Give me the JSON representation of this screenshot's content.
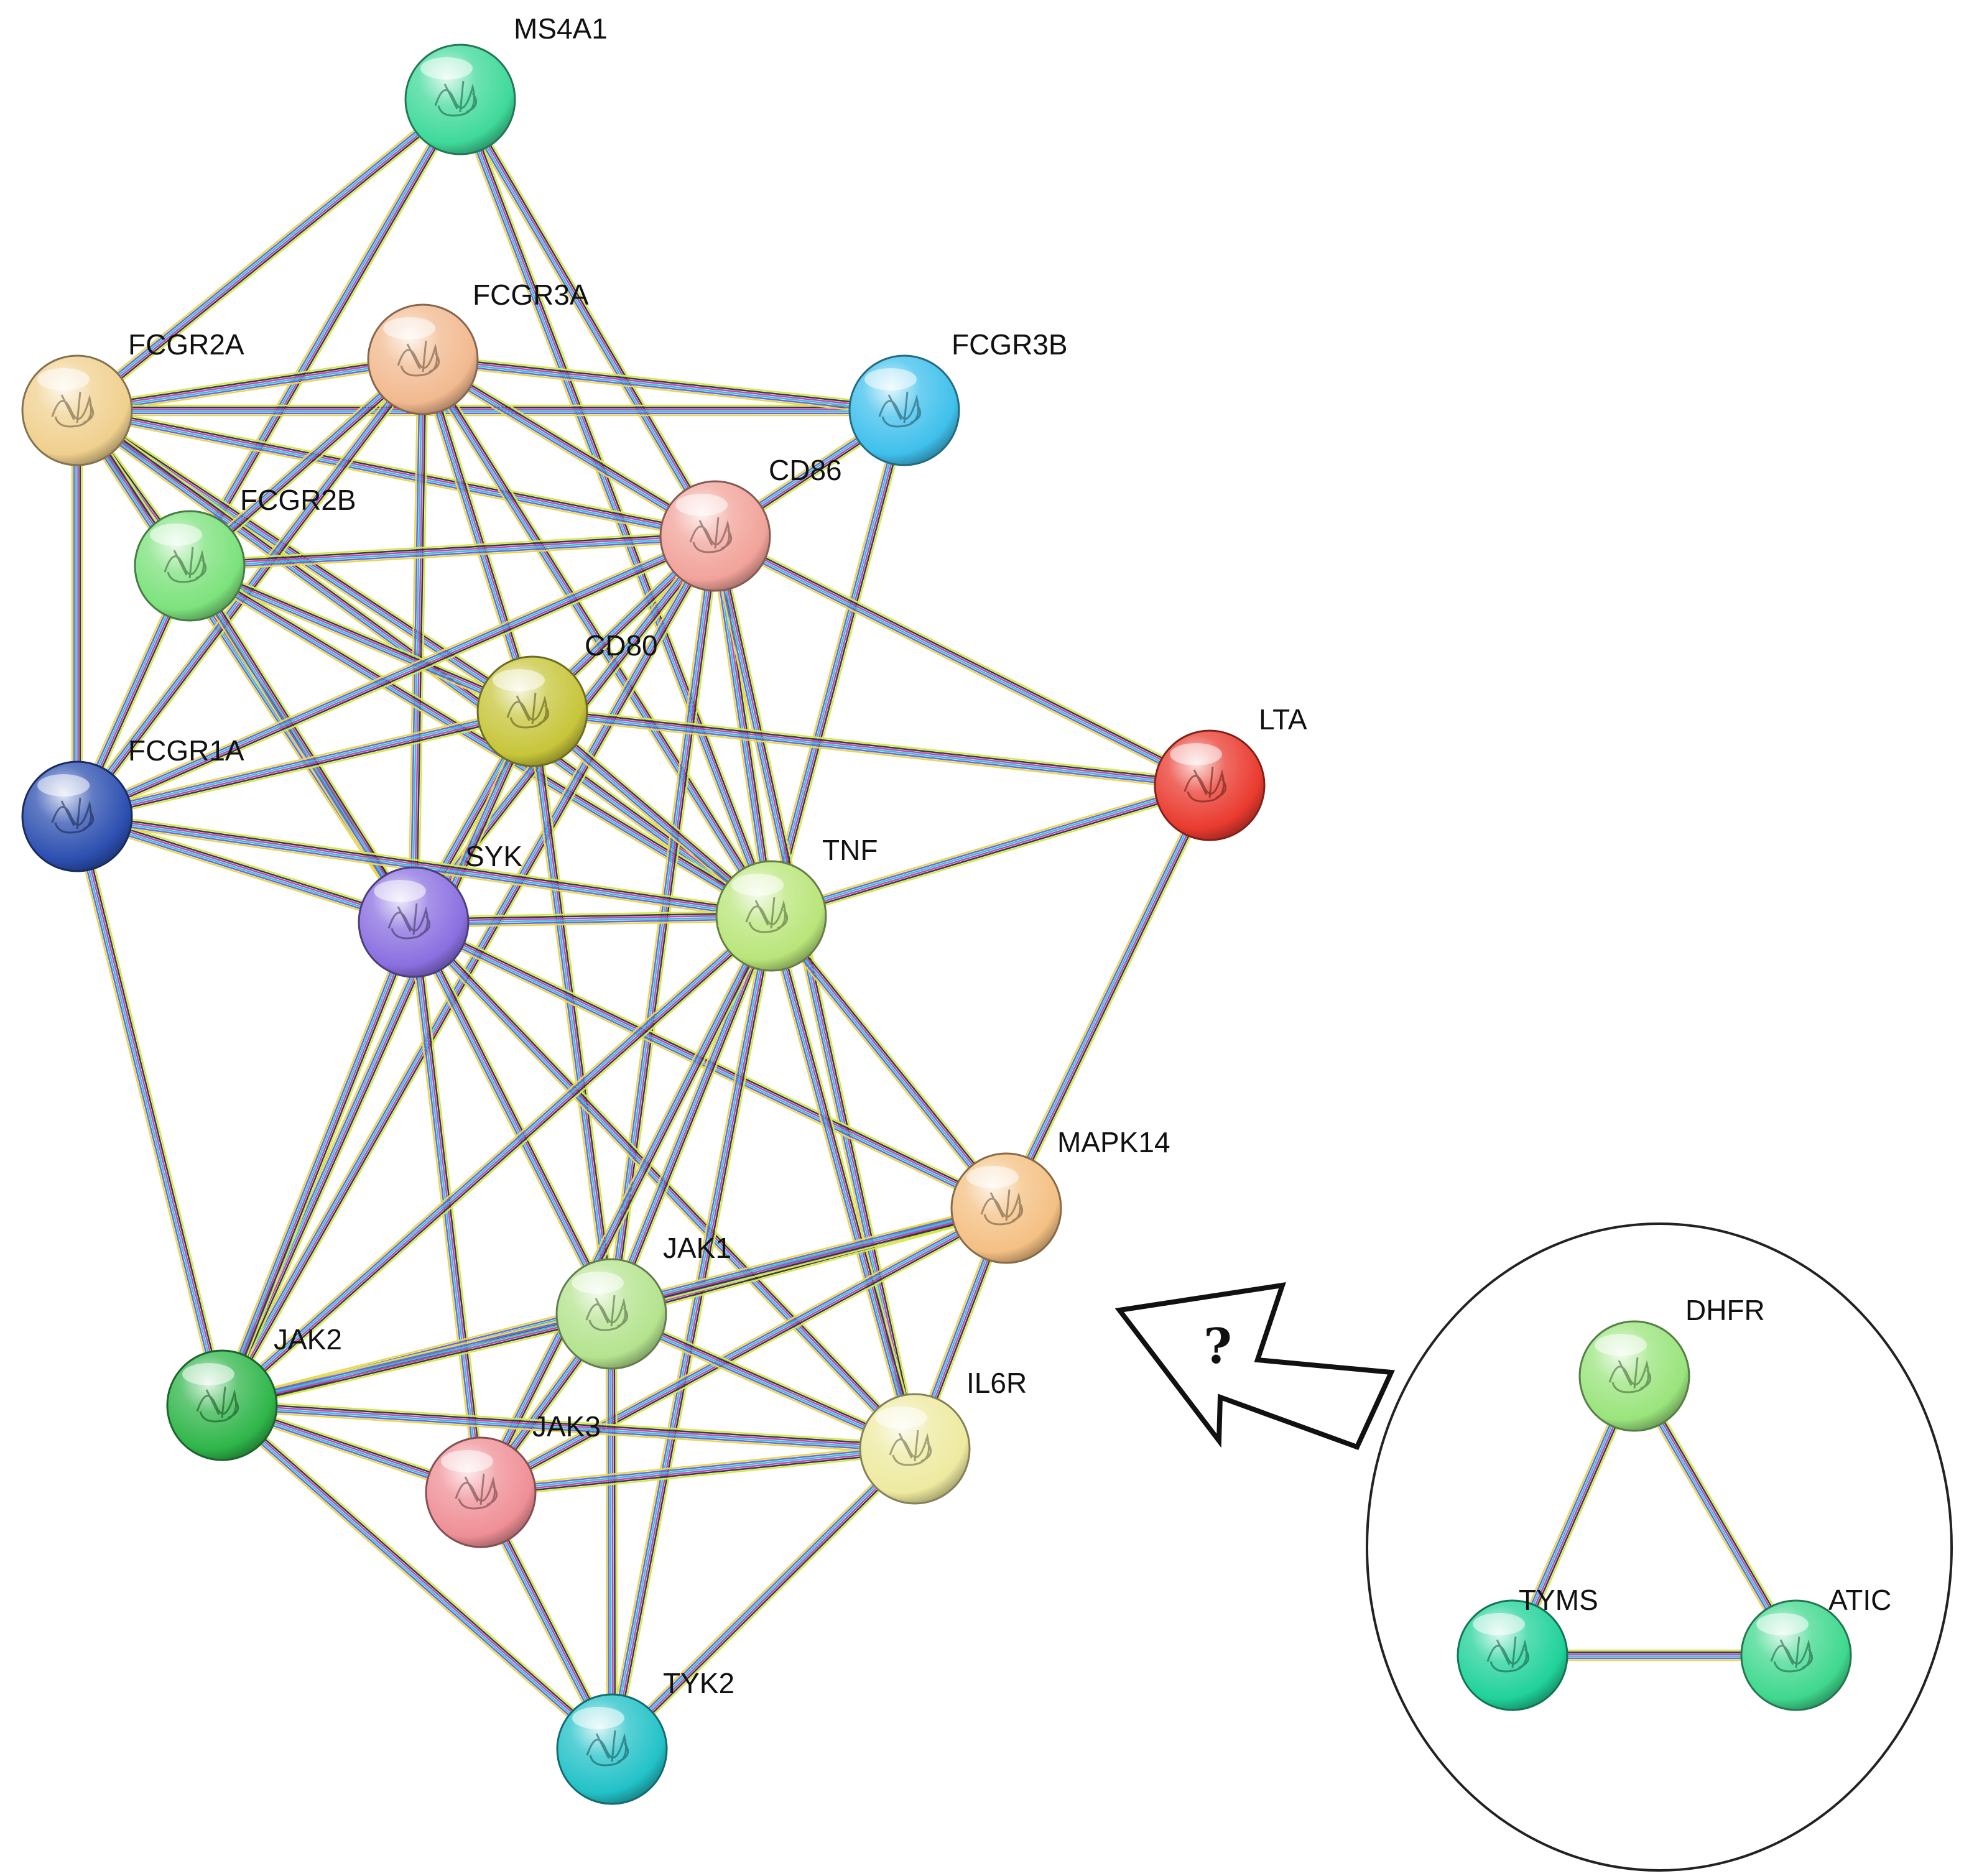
{
  "network": {
    "nodes": [
      {
        "id": "MS4A1",
        "label": "MS4A1",
        "color": "#3fd99a"
      },
      {
        "id": "FCGR3A",
        "label": "FCGR3A",
        "color": "#f2b98f"
      },
      {
        "id": "FCGR2A",
        "label": "FCGR2A",
        "color": "#f0d08e"
      },
      {
        "id": "FCGR3B",
        "label": "FCGR3B",
        "color": "#3fc0ec"
      },
      {
        "id": "FCGR2B",
        "label": "FCGR2B",
        "color": "#7ce27c"
      },
      {
        "id": "CD86",
        "label": "CD86",
        "color": "#f1a39a"
      },
      {
        "id": "CD80",
        "label": "CD80",
        "color": "#c7c53a"
      },
      {
        "id": "LTA",
        "label": "LTA",
        "color": "#ea3a2e"
      },
      {
        "id": "FCGR1A",
        "label": "FCGR1A",
        "color": "#2c4fb0"
      },
      {
        "id": "SYK",
        "label": "SYK",
        "color": "#8a6fe0"
      },
      {
        "id": "TNF",
        "label": "TNF",
        "color": "#b9e57a"
      },
      {
        "id": "MAPK14",
        "label": "MAPK14",
        "color": "#f4c083"
      },
      {
        "id": "JAK1",
        "label": "JAK1",
        "color": "#b4e38e"
      },
      {
        "id": "JAK2",
        "label": "JAK2",
        "color": "#2fb64a"
      },
      {
        "id": "IL6R",
        "label": "IL6R",
        "color": "#eeeaa0"
      },
      {
        "id": "JAK3",
        "label": "JAK3",
        "color": "#ef8f96"
      },
      {
        "id": "TYK2",
        "label": "TYK2",
        "color": "#22c2c8"
      }
    ],
    "edges": [
      [
        "MS4A1",
        "FCGR2A"
      ],
      [
        "MS4A1",
        "FCGR2B"
      ],
      [
        "MS4A1",
        "CD86"
      ],
      [
        "MS4A1",
        "TNF"
      ],
      [
        "FCGR2A",
        "FCGR3A"
      ],
      [
        "FCGR2A",
        "FCGR3B"
      ],
      [
        "FCGR2A",
        "FCGR2B"
      ],
      [
        "FCGR2A",
        "CD86"
      ],
      [
        "FCGR2A",
        "CD80"
      ],
      [
        "FCGR2A",
        "FCGR1A"
      ],
      [
        "FCGR2A",
        "SYK"
      ],
      [
        "FCGR2A",
        "TNF"
      ],
      [
        "FCGR3A",
        "FCGR3B"
      ],
      [
        "FCGR3A",
        "FCGR2B"
      ],
      [
        "FCGR3A",
        "CD86"
      ],
      [
        "FCGR3A",
        "CD80"
      ],
      [
        "FCGR3A",
        "FCGR1A"
      ],
      [
        "FCGR3A",
        "SYK"
      ],
      [
        "FCGR3A",
        "TNF"
      ],
      [
        "FCGR3B",
        "CD86"
      ],
      [
        "FCGR3B",
        "TNF"
      ],
      [
        "FCGR2B",
        "CD86"
      ],
      [
        "FCGR2B",
        "CD80"
      ],
      [
        "FCGR2B",
        "FCGR1A"
      ],
      [
        "FCGR2B",
        "SYK"
      ],
      [
        "FCGR2B",
        "TNF"
      ],
      [
        "CD86",
        "CD80"
      ],
      [
        "CD86",
        "FCGR1A"
      ],
      [
        "CD86",
        "SYK"
      ],
      [
        "CD86",
        "TNF"
      ],
      [
        "CD86",
        "LTA"
      ],
      [
        "CD86",
        "JAK1"
      ],
      [
        "CD86",
        "JAK2"
      ],
      [
        "CD86",
        "IL6R"
      ],
      [
        "CD80",
        "FCGR1A"
      ],
      [
        "CD80",
        "SYK"
      ],
      [
        "CD80",
        "TNF"
      ],
      [
        "CD80",
        "LTA"
      ],
      [
        "CD80",
        "JAK1"
      ],
      [
        "CD80",
        "JAK2"
      ],
      [
        "LTA",
        "TNF"
      ],
      [
        "LTA",
        "MAPK14"
      ],
      [
        "FCGR1A",
        "SYK"
      ],
      [
        "FCGR1A",
        "TNF"
      ],
      [
        "FCGR1A",
        "JAK2"
      ],
      [
        "SYK",
        "TNF"
      ],
      [
        "SYK",
        "MAPK14"
      ],
      [
        "SYK",
        "JAK1"
      ],
      [
        "SYK",
        "JAK2"
      ],
      [
        "SYK",
        "IL6R"
      ],
      [
        "SYK",
        "JAK3"
      ],
      [
        "TNF",
        "MAPK14"
      ],
      [
        "TNF",
        "JAK1"
      ],
      [
        "TNF",
        "JAK2"
      ],
      [
        "TNF",
        "IL6R"
      ],
      [
        "TNF",
        "JAK3"
      ],
      [
        "TNF",
        "TYK2"
      ],
      [
        "MAPK14",
        "JAK1"
      ],
      [
        "MAPK14",
        "JAK2"
      ],
      [
        "MAPK14",
        "IL6R"
      ],
      [
        "MAPK14",
        "JAK3"
      ],
      [
        "JAK1",
        "JAK2"
      ],
      [
        "JAK1",
        "IL6R"
      ],
      [
        "JAK1",
        "JAK3"
      ],
      [
        "JAK1",
        "TYK2"
      ],
      [
        "JAK2",
        "IL6R"
      ],
      [
        "JAK2",
        "JAK3"
      ],
      [
        "JAK2",
        "TYK2"
      ],
      [
        "IL6R",
        "JAK3"
      ],
      [
        "IL6R",
        "TYK2"
      ],
      [
        "JAK3",
        "TYK2"
      ]
    ]
  },
  "inset": {
    "nodes": [
      {
        "id": "DHFR",
        "label": "DHFR",
        "color": "#9ae47c"
      },
      {
        "id": "TYMS",
        "label": "TYMS",
        "color": "#20d29a"
      },
      {
        "id": "ATIC",
        "label": "ATIC",
        "color": "#3fd88e"
      }
    ],
    "edges": [
      [
        "DHFR",
        "TYMS"
      ],
      [
        "DHFR",
        "ATIC"
      ],
      [
        "TYMS",
        "ATIC"
      ]
    ]
  },
  "arrow": {
    "symbol": "?"
  },
  "edge_colors": [
    "#d4e84a",
    "#3a3a3a",
    "#c046c0",
    "#36c3d2",
    "#6a6ad8",
    "#e8d84a"
  ]
}
